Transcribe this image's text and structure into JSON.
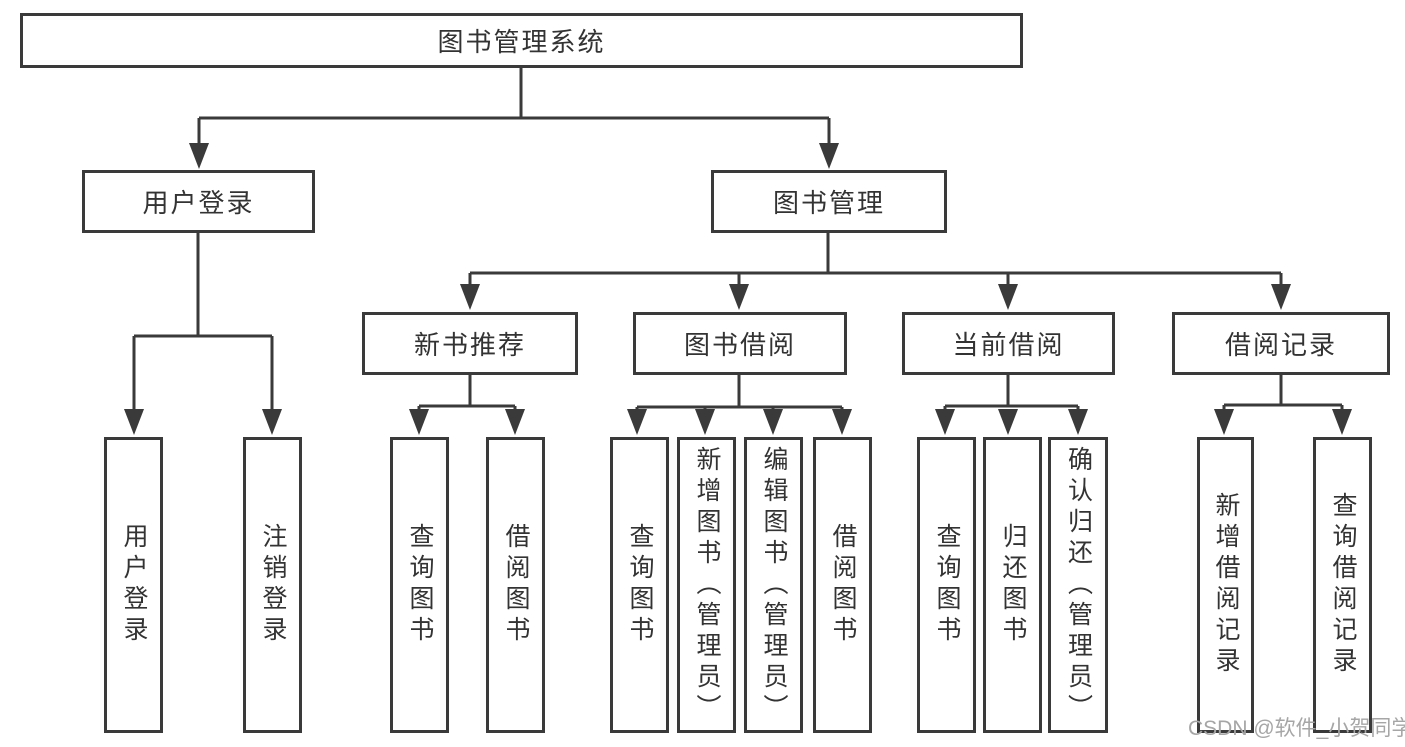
{
  "tree": {
    "root": {
      "label": "图书管理系统"
    },
    "user_login": {
      "label": "用户登录",
      "children": [
        {
          "label": "用户登录"
        },
        {
          "label": "注销登录"
        }
      ]
    },
    "book_management": {
      "label": "图书管理",
      "children": [
        {
          "label": "新书推荐",
          "children": [
            {
              "label": "查询图书"
            },
            {
              "label": "借阅图书"
            }
          ]
        },
        {
          "label": "图书借阅",
          "children": [
            {
              "label": "查询图书"
            },
            {
              "label": "新增图书（管理员）"
            },
            {
              "label": "编辑图书（管理员）"
            },
            {
              "label": "借阅图书"
            }
          ]
        },
        {
          "label": "当前借阅",
          "children": [
            {
              "label": "查询图书"
            },
            {
              "label": "归还图书"
            },
            {
              "label": "确认归还（管理员）"
            }
          ]
        },
        {
          "label": "借阅记录",
          "children": [
            {
              "label": "新增借阅记录"
            },
            {
              "label": "查询借阅记录"
            }
          ]
        }
      ]
    }
  },
  "watermark": "CSDN @软件_小贺同学",
  "colors": {
    "line": "#3a3a3a",
    "text": "#333333",
    "box_background": "#ffffff",
    "watermark": "#a6a6a6",
    "page_background": "#ffffff"
  }
}
